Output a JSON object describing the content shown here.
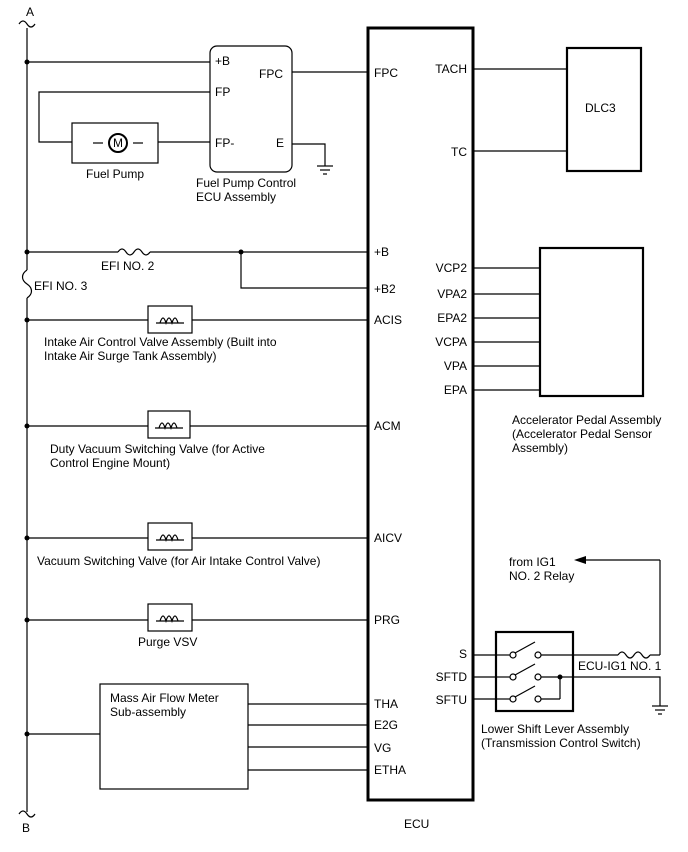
{
  "bus": {
    "top_label": "A",
    "bottom_label": "B"
  },
  "fuel_pump": {
    "label": "Fuel Pump",
    "symbol": "M"
  },
  "fp_ecu": {
    "title_line1": "Fuel Pump Control",
    "title_line2": "ECU Assembly",
    "pin_b": "+B",
    "pin_fp": "FP",
    "pin_fpm": "FP-",
    "pin_fpc": "FPC",
    "pin_e": "E"
  },
  "fuses": {
    "efi2": "EFI NO. 2",
    "efi3": "EFI NO. 3",
    "ecuig": "ECU-IG1 NO. 1"
  },
  "components": {
    "intake_air_line1": "Intake Air Control Valve Assembly (Built into",
    "intake_air_line2": "Intake Air Surge Tank Assembly)",
    "duty_vsv_line1": "Duty Vacuum Switching Valve (for Active",
    "duty_vsv_line2": "Control Engine Mount)",
    "vsv_aicv": "Vacuum Switching Valve (for Air Intake Control Valve)",
    "purge_vsv": "Purge VSV",
    "maf_line1": "Mass Air Flow Meter",
    "maf_line2": "Sub-assembly"
  },
  "ecu": {
    "label": "ECU",
    "left_pins": [
      "FPC",
      "+B",
      "+B2",
      "ACIS",
      "ACM",
      "AICV",
      "PRG",
      "THA",
      "E2G",
      "VG",
      "ETHA"
    ],
    "right_pins": [
      "TACH",
      "TC",
      "VCP2",
      "VPA2",
      "EPA2",
      "VCPA",
      "VPA",
      "EPA",
      "S",
      "SFTD",
      "SFTU"
    ]
  },
  "dlc3": {
    "label": "DLC3"
  },
  "accel_pedal": {
    "line1": "Accelerator Pedal Assembly",
    "line2": "(Accelerator Pedal Sensor",
    "line3": "Assembly)"
  },
  "relay": {
    "line1": "from IG1",
    "line2": "NO. 2 Relay"
  },
  "shift_lever": {
    "line1": "Lower Shift Lever Assembly",
    "line2": "(Transmission Control Switch)"
  }
}
